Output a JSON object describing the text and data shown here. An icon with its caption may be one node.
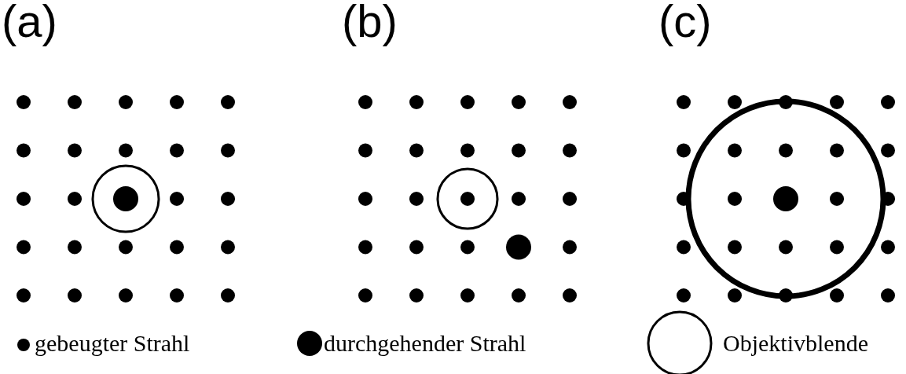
{
  "diagram": {
    "labels": [
      "(a)",
      "(b)",
      "(c)"
    ],
    "legend": [
      {
        "text": "gebeugter Strahl"
      },
      {
        "text": "durchgehender Strahl"
      },
      {
        "text": "Objektivblende"
      }
    ]
  }
}
